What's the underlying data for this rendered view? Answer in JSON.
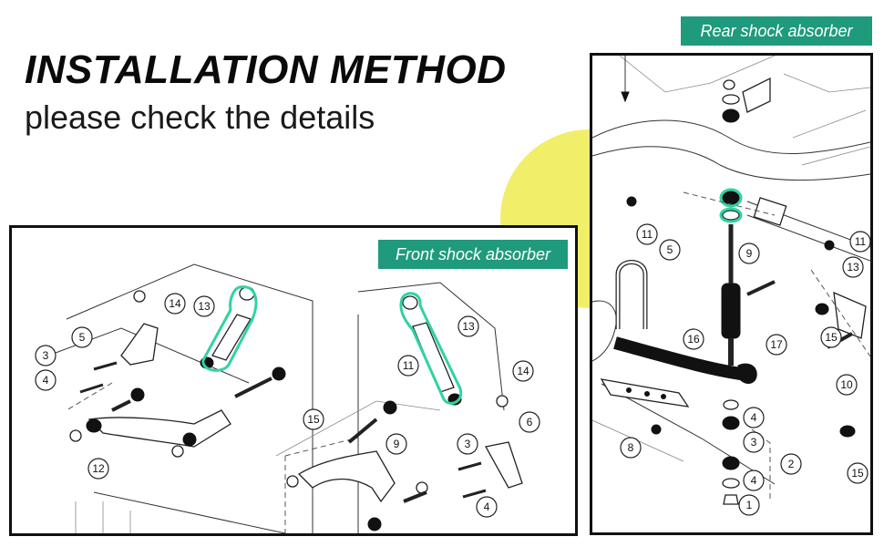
{
  "heading": {
    "title": "INSTALLATION METHOD",
    "subtitle": "please check the details"
  },
  "panels": {
    "rear": {
      "label": "Rear shock absorber",
      "callouts": [
        "11",
        "5",
        "9",
        "17",
        "16",
        "13",
        "11",
        "15",
        "10",
        "4",
        "3",
        "2",
        "4",
        "1",
        "8",
        "15"
      ]
    },
    "front": {
      "label": "Front shock absorber",
      "callouts": [
        "14",
        "13",
        "5",
        "3",
        "4",
        "12",
        "11",
        "13",
        "14",
        "6",
        "15",
        "9",
        "3",
        "4"
      ]
    }
  },
  "colors": {
    "accent": "#1f9a7c",
    "highlight": "#2fd3a2",
    "yellow": "#f1ee6a",
    "border": "#111111"
  }
}
